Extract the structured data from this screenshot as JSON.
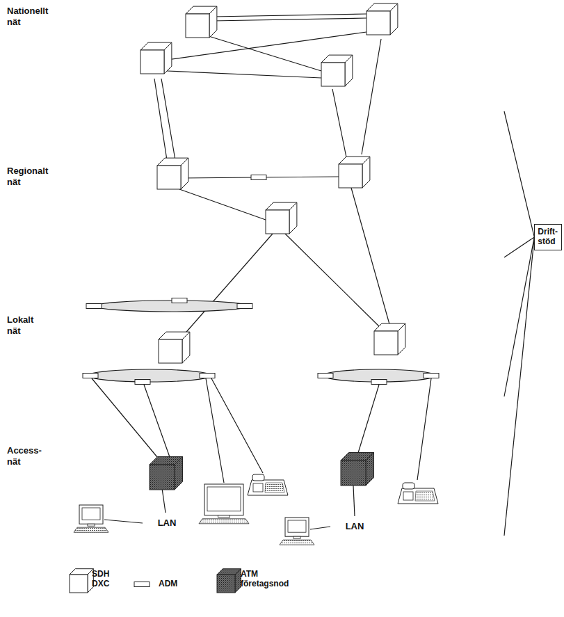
{
  "diagram": {
    "nodes": [
      {
        "text": [
          "Nationellt nät"
        ]
      },
      {
        "text": [
          "Regionalt nät"
        ]
      },
      {
        "text": [
          "Lokalt nät"
        ]
      },
      {
        "text": [
          "Access-nät"
        ]
      },
      {
        "text": [
          "LAN"
        ],
        "in": 3
      },
      {
        "text": [
          "LAN"
        ],
        "in": 3
      },
      {
        "text": [
          "Drift-stöd"
        ]
      }
    ],
    "edges": [
      {
        "from": 6,
        "to": 0,
        "arrow": "none"
      },
      {
        "from": 6,
        "to": 1,
        "arrow": "none"
      },
      {
        "from": 6,
        "to": 2,
        "arrow": "none"
      },
      {
        "from": 6,
        "to": 3,
        "arrow": "none"
      }
    ],
    "legend": [
      {
        "text": "SDH DXC"
      },
      {
        "text": "ADM"
      },
      {
        "text": "ATM företagsnod"
      }
    ]
  }
}
